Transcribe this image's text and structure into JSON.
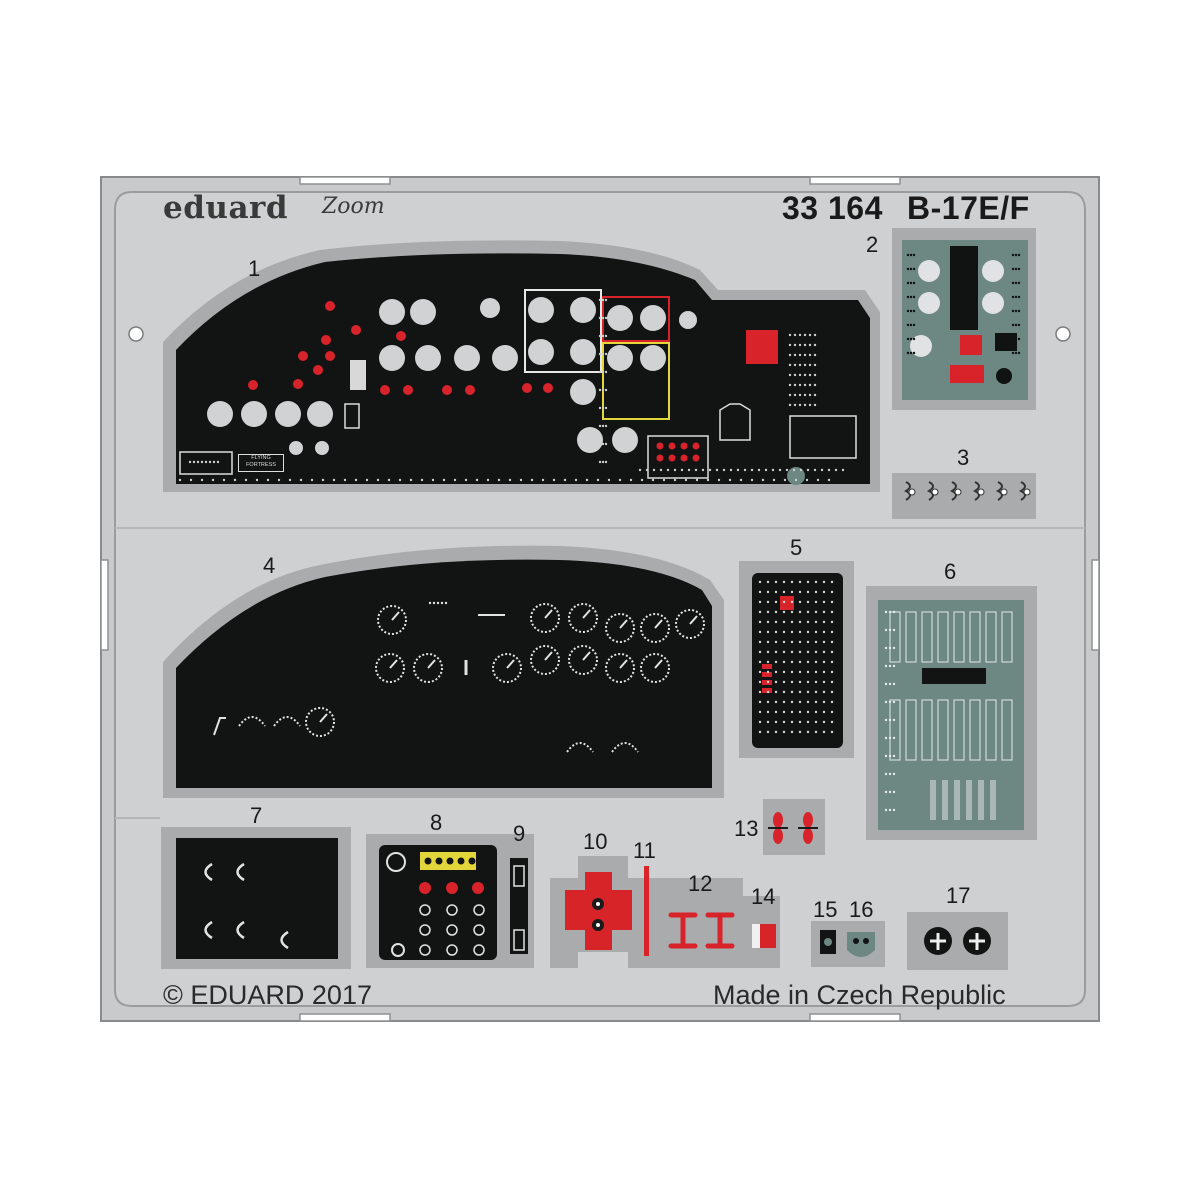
{
  "header": {
    "brand": "eduard",
    "brand_sub": "Zoom",
    "set_number": "33 164",
    "model": "B-17E/F"
  },
  "footer": {
    "copyright": "© EDUARD 2017",
    "origin": "Made in Czech Republic"
  },
  "placard_1": "FLYING FORTRESS",
  "part_numbers": [
    "1",
    "2",
    "3",
    "4",
    "5",
    "6",
    "7",
    "8",
    "9",
    "10",
    "11",
    "12",
    "13",
    "14",
    "15",
    "16",
    "17"
  ],
  "colors": {
    "fret": "#c9cacb",
    "fret_edge": "#8e9091",
    "panel_black": "#111212",
    "panel_green": "#6f8a86",
    "red": "#d8232a",
    "yellow": "#e3d63a"
  }
}
